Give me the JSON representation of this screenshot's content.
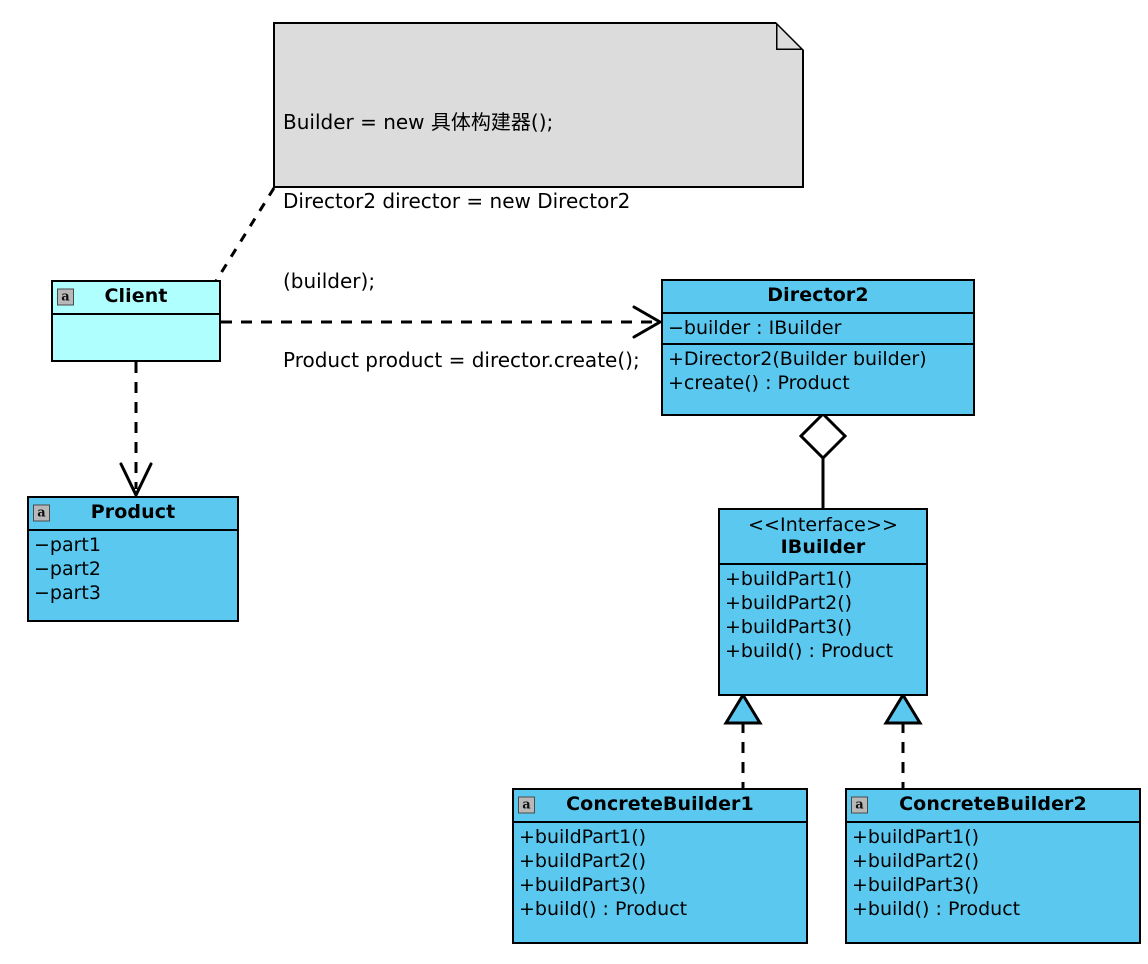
{
  "diagram": {
    "title": "Builder Pattern UML Class Diagram",
    "colors": {
      "class_fill": "#5BC8F0",
      "client_fill": "#AFFFFF",
      "note_fill": "#DCDCDC",
      "stroke": "#000000",
      "badge_fill": "#B8B8B8"
    }
  },
  "note": {
    "name": "code-note",
    "lines": [
      "Builder = new 具体构建器();",
      "Director2 director = new Director2",
      "(builder);",
      "Product product = director.create();"
    ]
  },
  "classes": {
    "client": {
      "badge": "a",
      "name": "Client",
      "attributes": [],
      "operations": []
    },
    "director2": {
      "badge": "",
      "name": "Director2",
      "attributes": [
        "−builder : IBuilder"
      ],
      "operations": [
        "+Director2(Builder builder)",
        "+create() : Product"
      ]
    },
    "product": {
      "badge": "a",
      "name": "Product",
      "attributes": [
        "−part1",
        "−part2",
        "−part3"
      ],
      "operations": []
    },
    "ibuilder": {
      "badge": "",
      "stereotype": "<<Interface>>",
      "name": "IBuilder",
      "attributes": [],
      "operations": [
        "+buildPart1()",
        "+buildPart2()",
        "+buildPart3()",
        "+build() : Product"
      ]
    },
    "concrete_builder1": {
      "badge": "a",
      "name": "ConcreteBuilder1",
      "attributes": [],
      "operations": [
        "+buildPart1()",
        "+buildPart2()",
        "+buildPart3()",
        "+build() : Product"
      ]
    },
    "concrete_builder2": {
      "badge": "a",
      "name": "ConcreteBuilder2",
      "attributes": [],
      "operations": [
        "+buildPart1()",
        "+buildPart2()",
        "+buildPart3()",
        "+build() : Product"
      ]
    }
  },
  "connectors": [
    {
      "name": "note-to-client-anchor",
      "type": "note-anchor",
      "from": "code-note",
      "to": "Client",
      "style": "dashed"
    },
    {
      "name": "client-to-director2-dependency",
      "type": "dependency",
      "from": "Client",
      "to": "Director2",
      "style": "dashed",
      "arrow": "open"
    },
    {
      "name": "client-to-product-dependency",
      "type": "dependency",
      "from": "Client",
      "to": "Product",
      "style": "dashed",
      "arrow": "open"
    },
    {
      "name": "director2-to-ibuilder-aggregation",
      "type": "aggregation",
      "from": "Director2",
      "to": "IBuilder",
      "style": "solid",
      "arrow": "hollow-diamond"
    },
    {
      "name": "concretebuilder1-to-ibuilder-realization",
      "type": "realization",
      "from": "ConcreteBuilder1",
      "to": "IBuilder",
      "style": "dashed",
      "arrow": "closed-triangle"
    },
    {
      "name": "concretebuilder2-to-ibuilder-realization",
      "type": "realization",
      "from": "ConcreteBuilder2",
      "to": "IBuilder",
      "style": "dashed",
      "arrow": "closed-triangle"
    }
  ]
}
